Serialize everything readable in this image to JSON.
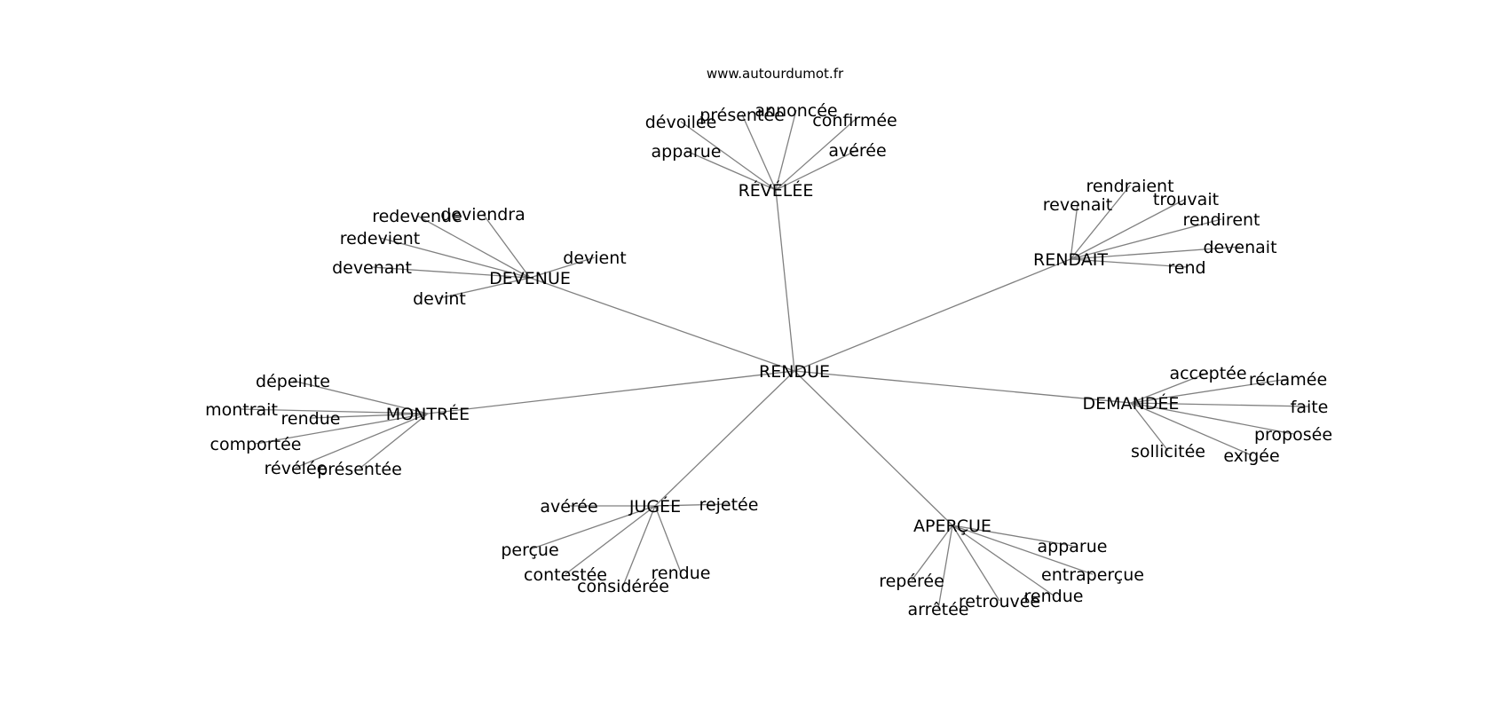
{
  "source": "www.autourdumot.fr",
  "graph": {
    "center": "RENDUE",
    "groups": [
      {
        "label": "RÉVÉLÉE",
        "children": [
          "dévoilée",
          "présentée",
          "annoncée",
          "confirmée",
          "apparue",
          "avérée"
        ]
      },
      {
        "label": "RENDAIT",
        "children": [
          "rendraient",
          "revenait",
          "trouvait",
          "rendirent",
          "devenait",
          "rend"
        ]
      },
      {
        "label": "DEMANDÉE",
        "children": [
          "acceptée",
          "réclamée",
          "faite",
          "proposée",
          "exigée",
          "sollicitée"
        ]
      },
      {
        "label": "APERÇUE",
        "children": [
          "apparue",
          "entraperçue",
          "rendue",
          "retrouvée",
          "arrêtée",
          "repérée"
        ]
      },
      {
        "label": "JUGÉE",
        "children": [
          "avérée",
          "rejetée",
          "perçue",
          "contestée",
          "considérée",
          "rendue"
        ]
      },
      {
        "label": "MONTRÉE",
        "children": [
          "dépeinte",
          "montrait",
          "rendue",
          "comportée",
          "révélée",
          "présentée"
        ]
      },
      {
        "label": "DEVENUE",
        "children": [
          "redevenue",
          "deviendra",
          "redevient",
          "devenant",
          "devint",
          "devient"
        ]
      }
    ]
  }
}
